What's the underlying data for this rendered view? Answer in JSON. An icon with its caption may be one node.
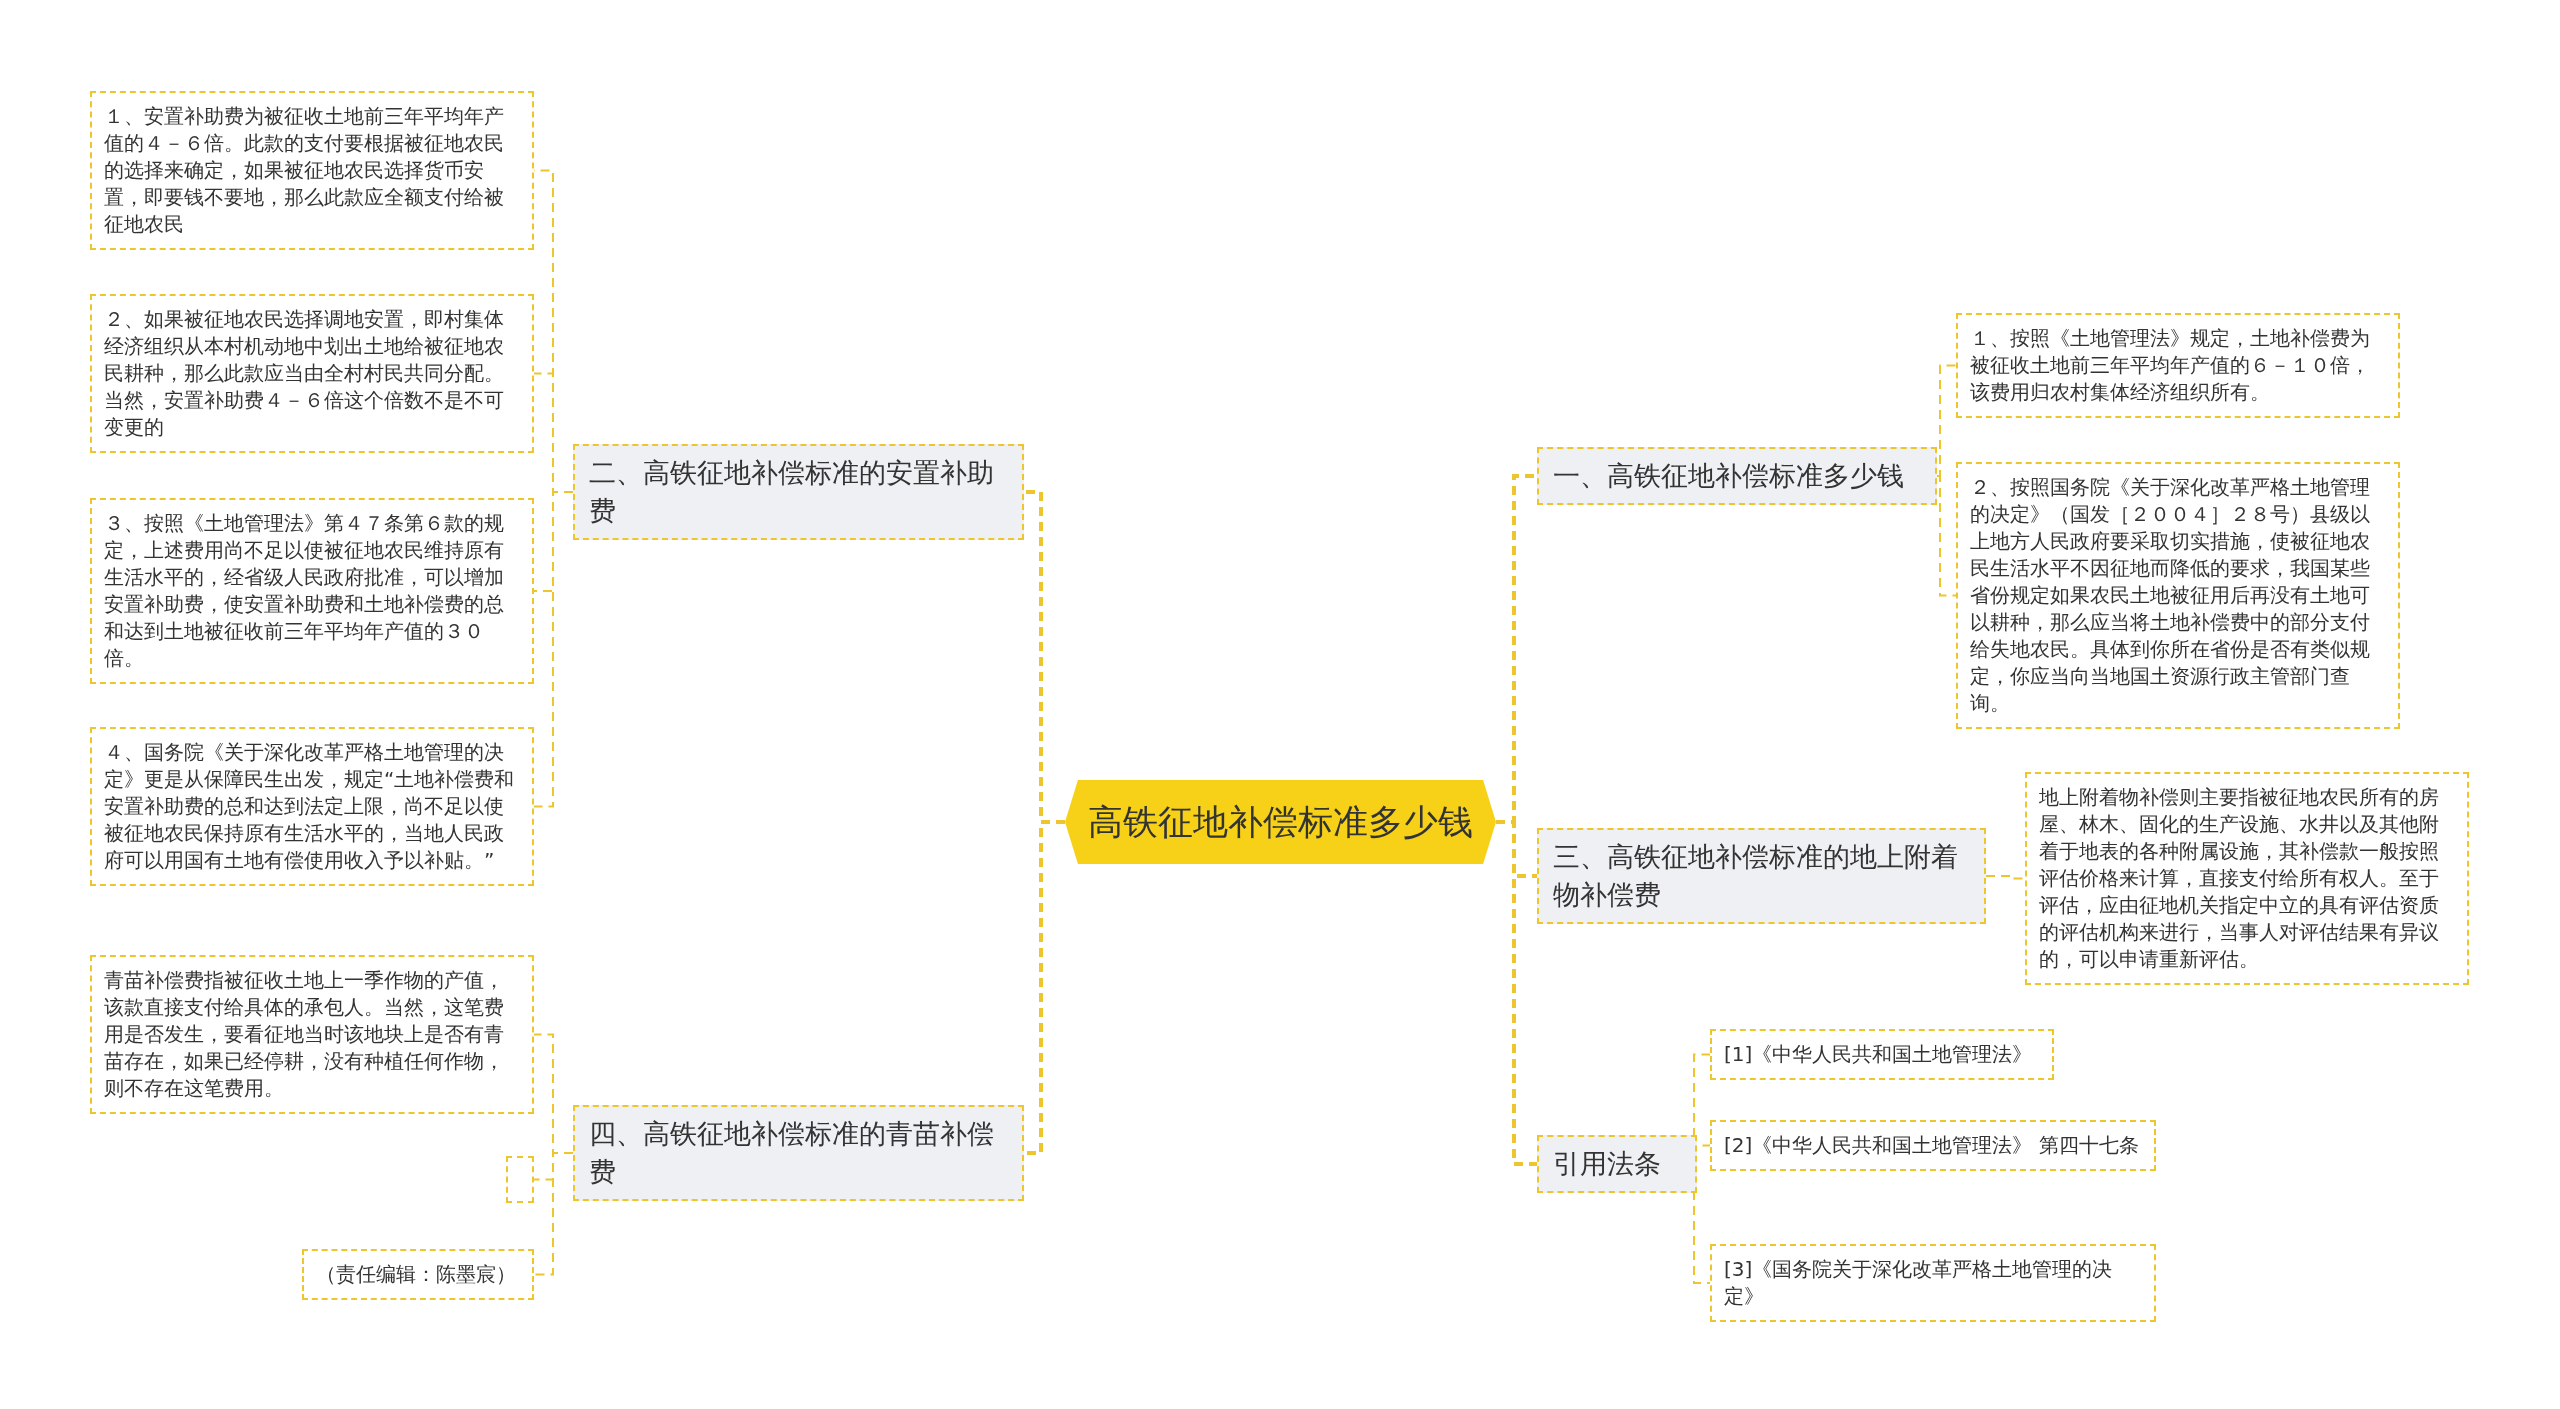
{
  "diagram": {
    "nodes": [
      {
        "text": [
          "高铁征地补偿标准多少钱"
        ]
      },
      {
        "text": [
          "二、高铁征地补偿标准的安置补助费"
        ]
      },
      {
        "text": [
          "１、安置补助费为被征收土地前三年平均年产值的４－６倍。此款的支付要根据被征地农民的选择来确定，如果被征地农民选择货币安置，即要钱不要地，那么此款应全额支付给被征地农民"
        ]
      },
      {
        "text": [
          "２、如果被征地农民选择调地安置，即村集体经济组织从本村机动地中划出土地给被征地农民耕种，那么此款应当由全村村民共同分配。当然，安置补助费４－６倍这个倍数不是不可变更的"
        ]
      },
      {
        "text": [
          "３、按照《土地管理法》第４７条第６款的规定，上述费用尚不足以使被征地农民维持原有生活水平的，经省级人民政府批准，可以增加安置补助费，使安置补助费和土地补偿费的总和达到土地被征收前三年平均年产值的３０倍。"
        ]
      },
      {
        "text": [
          "４、国务院《关于深化改革严格土地管理的决定》更是从保障民生出发，规定“土地补偿费和安置补助费的总和达到法定上限，尚不足以使被征地农民保持原有生活水平的，当地人民政府可以用国有土地有偿使用收入予以补贴。”"
        ]
      },
      {
        "text": [
          "四、高铁征地补偿标准的青苗补偿费"
        ]
      },
      {
        "text": [
          "青苗补偿费指被征收土地上一季作物的产值，该款直接支付给具体的承包人。当然，这笔费用是否发生，要看征地当时该地块上是否有青苗存在，如果已经停耕，没有种植任何作物，则不存在这笔费用。"
        ]
      },
      {
        "text": [],
        "shape": "box"
      },
      {
        "text": [
          "（责任编辑：陈墨宸）"
        ]
      },
      {
        "text": [
          "一、高铁征地补偿标准多少钱"
        ]
      },
      {
        "text": [
          "１、按照《土地管理法》规定，土地补偿费为被征收土地前三年平均年产值的６－１０倍，该费用归农村集体经济组织所有。"
        ]
      },
      {
        "text": [
          "２、按照国务院《关于深化改革严格土地管理的决定》（国发［２００４］２８号）县级以上地方人民政府要采取切实措施，使被征地农民生活水平不因征地而降低的要求，我国某些省份规定如果农民土地被征用后再没有土地可以耕种，那么应当将土地补偿费中的部分支付给失地农民。具体到你所在省份是否有类似规定，你应当向当地国土资源行政主管部门查询。"
        ]
      },
      {
        "text": [
          "三、高铁征地补偿标准的地上附着物补偿费"
        ]
      },
      {
        "text": [
          "地上附着物补偿则主要指被征地农民所有的房屋、林木、固化的生产设施、水井以及其他附着于地表的各种附属设施，其补偿款一般按照评估价格来计算，直接支付给所有权人。至于评估，应由征地机关指定中立的具有评估资质的评估机构来进行，当事人对评估结果有异议的，可以申请重新评估。"
        ]
      },
      {
        "text": [
          "引用法条"
        ]
      },
      {
        "text": [
          "[1]《中华人民共和国土地管理法》"
        ]
      },
      {
        "text": [
          "[2]《中华人民共和国土地管理法》 第四十七条"
        ]
      },
      {
        "text": [
          "[3]《国务院关于深化改革严格土地管理的决定》"
        ]
      }
    ],
    "edges": [
      {
        "from": 0,
        "to": 1,
        "arrow": "none"
      },
      {
        "from": 1,
        "to": 2,
        "arrow": "none"
      },
      {
        "from": 1,
        "to": 3,
        "arrow": "none"
      },
      {
        "from": 1,
        "to": 4,
        "arrow": "none"
      },
      {
        "from": 1,
        "to": 5,
        "arrow": "none"
      },
      {
        "from": 0,
        "to": 6,
        "arrow": "none"
      },
      {
        "from": 6,
        "to": 7,
        "arrow": "none"
      },
      {
        "from": 6,
        "to": 8,
        "arrow": "none"
      },
      {
        "from": 6,
        "to": 9,
        "arrow": "none"
      },
      {
        "from": 0,
        "to": 10,
        "arrow": "none"
      },
      {
        "from": 10,
        "to": 11,
        "arrow": "none"
      },
      {
        "from": 10,
        "to": 12,
        "arrow": "none"
      },
      {
        "from": 0,
        "to": 13,
        "arrow": "none"
      },
      {
        "from": 13,
        "to": 14,
        "arrow": "none"
      },
      {
        "from": 0,
        "to": 15,
        "arrow": "none"
      },
      {
        "from": 15,
        "to": 16,
        "arrow": "none"
      },
      {
        "from": 15,
        "to": 17,
        "arrow": "none"
      },
      {
        "from": 15,
        "to": 18,
        "arrow": "none"
      }
    ]
  }
}
